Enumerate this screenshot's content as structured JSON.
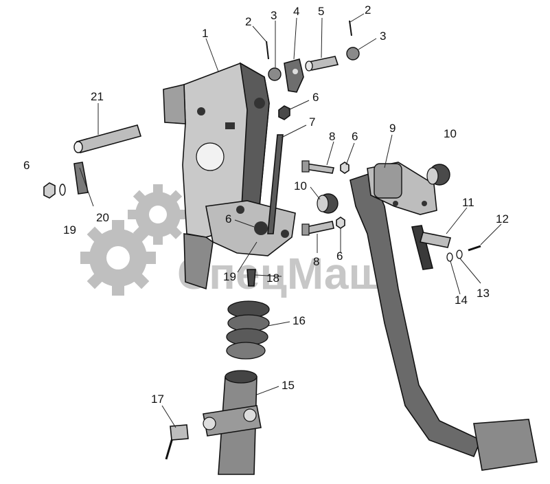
{
  "diagram": {
    "watermark": {
      "text": "СпецМаш",
      "color": "#9a9a9a"
    },
    "colors": {
      "ink": "#111111",
      "metal_dark": "#3a3a3a",
      "metal_mid": "#7a7a7a",
      "metal_light": "#c8c8c8",
      "paper": "#ffffff"
    },
    "callouts": [
      {
        "id": "c1",
        "label": "1"
      },
      {
        "id": "c2a",
        "label": "2"
      },
      {
        "id": "c3a",
        "label": "3"
      },
      {
        "id": "c4",
        "label": "4"
      },
      {
        "id": "c5",
        "label": "5"
      },
      {
        "id": "c2b",
        "label": "2"
      },
      {
        "id": "c3b",
        "label": "3"
      },
      {
        "id": "c6a",
        "label": "6"
      },
      {
        "id": "c7",
        "label": "7"
      },
      {
        "id": "c8a",
        "label": "8"
      },
      {
        "id": "c6b",
        "label": "6"
      },
      {
        "id": "c9",
        "label": "9"
      },
      {
        "id": "c10a",
        "label": "10"
      },
      {
        "id": "c21",
        "label": "21"
      },
      {
        "id": "c6c",
        "label": "6"
      },
      {
        "id": "c19a",
        "label": "19"
      },
      {
        "id": "c20",
        "label": "20"
      },
      {
        "id": "c10b",
        "label": "10"
      },
      {
        "id": "c11",
        "label": "11"
      },
      {
        "id": "c12",
        "label": "12"
      },
      {
        "id": "c6d",
        "label": "6"
      },
      {
        "id": "c8b",
        "label": "8"
      },
      {
        "id": "c6e",
        "label": "6"
      },
      {
        "id": "c19b",
        "label": "19"
      },
      {
        "id": "c18",
        "label": "18"
      },
      {
        "id": "c14",
        "label": "14"
      },
      {
        "id": "c13",
        "label": "13"
      },
      {
        "id": "c16",
        "label": "16"
      },
      {
        "id": "c15",
        "label": "15"
      },
      {
        "id": "c17",
        "label": "17"
      }
    ]
  }
}
